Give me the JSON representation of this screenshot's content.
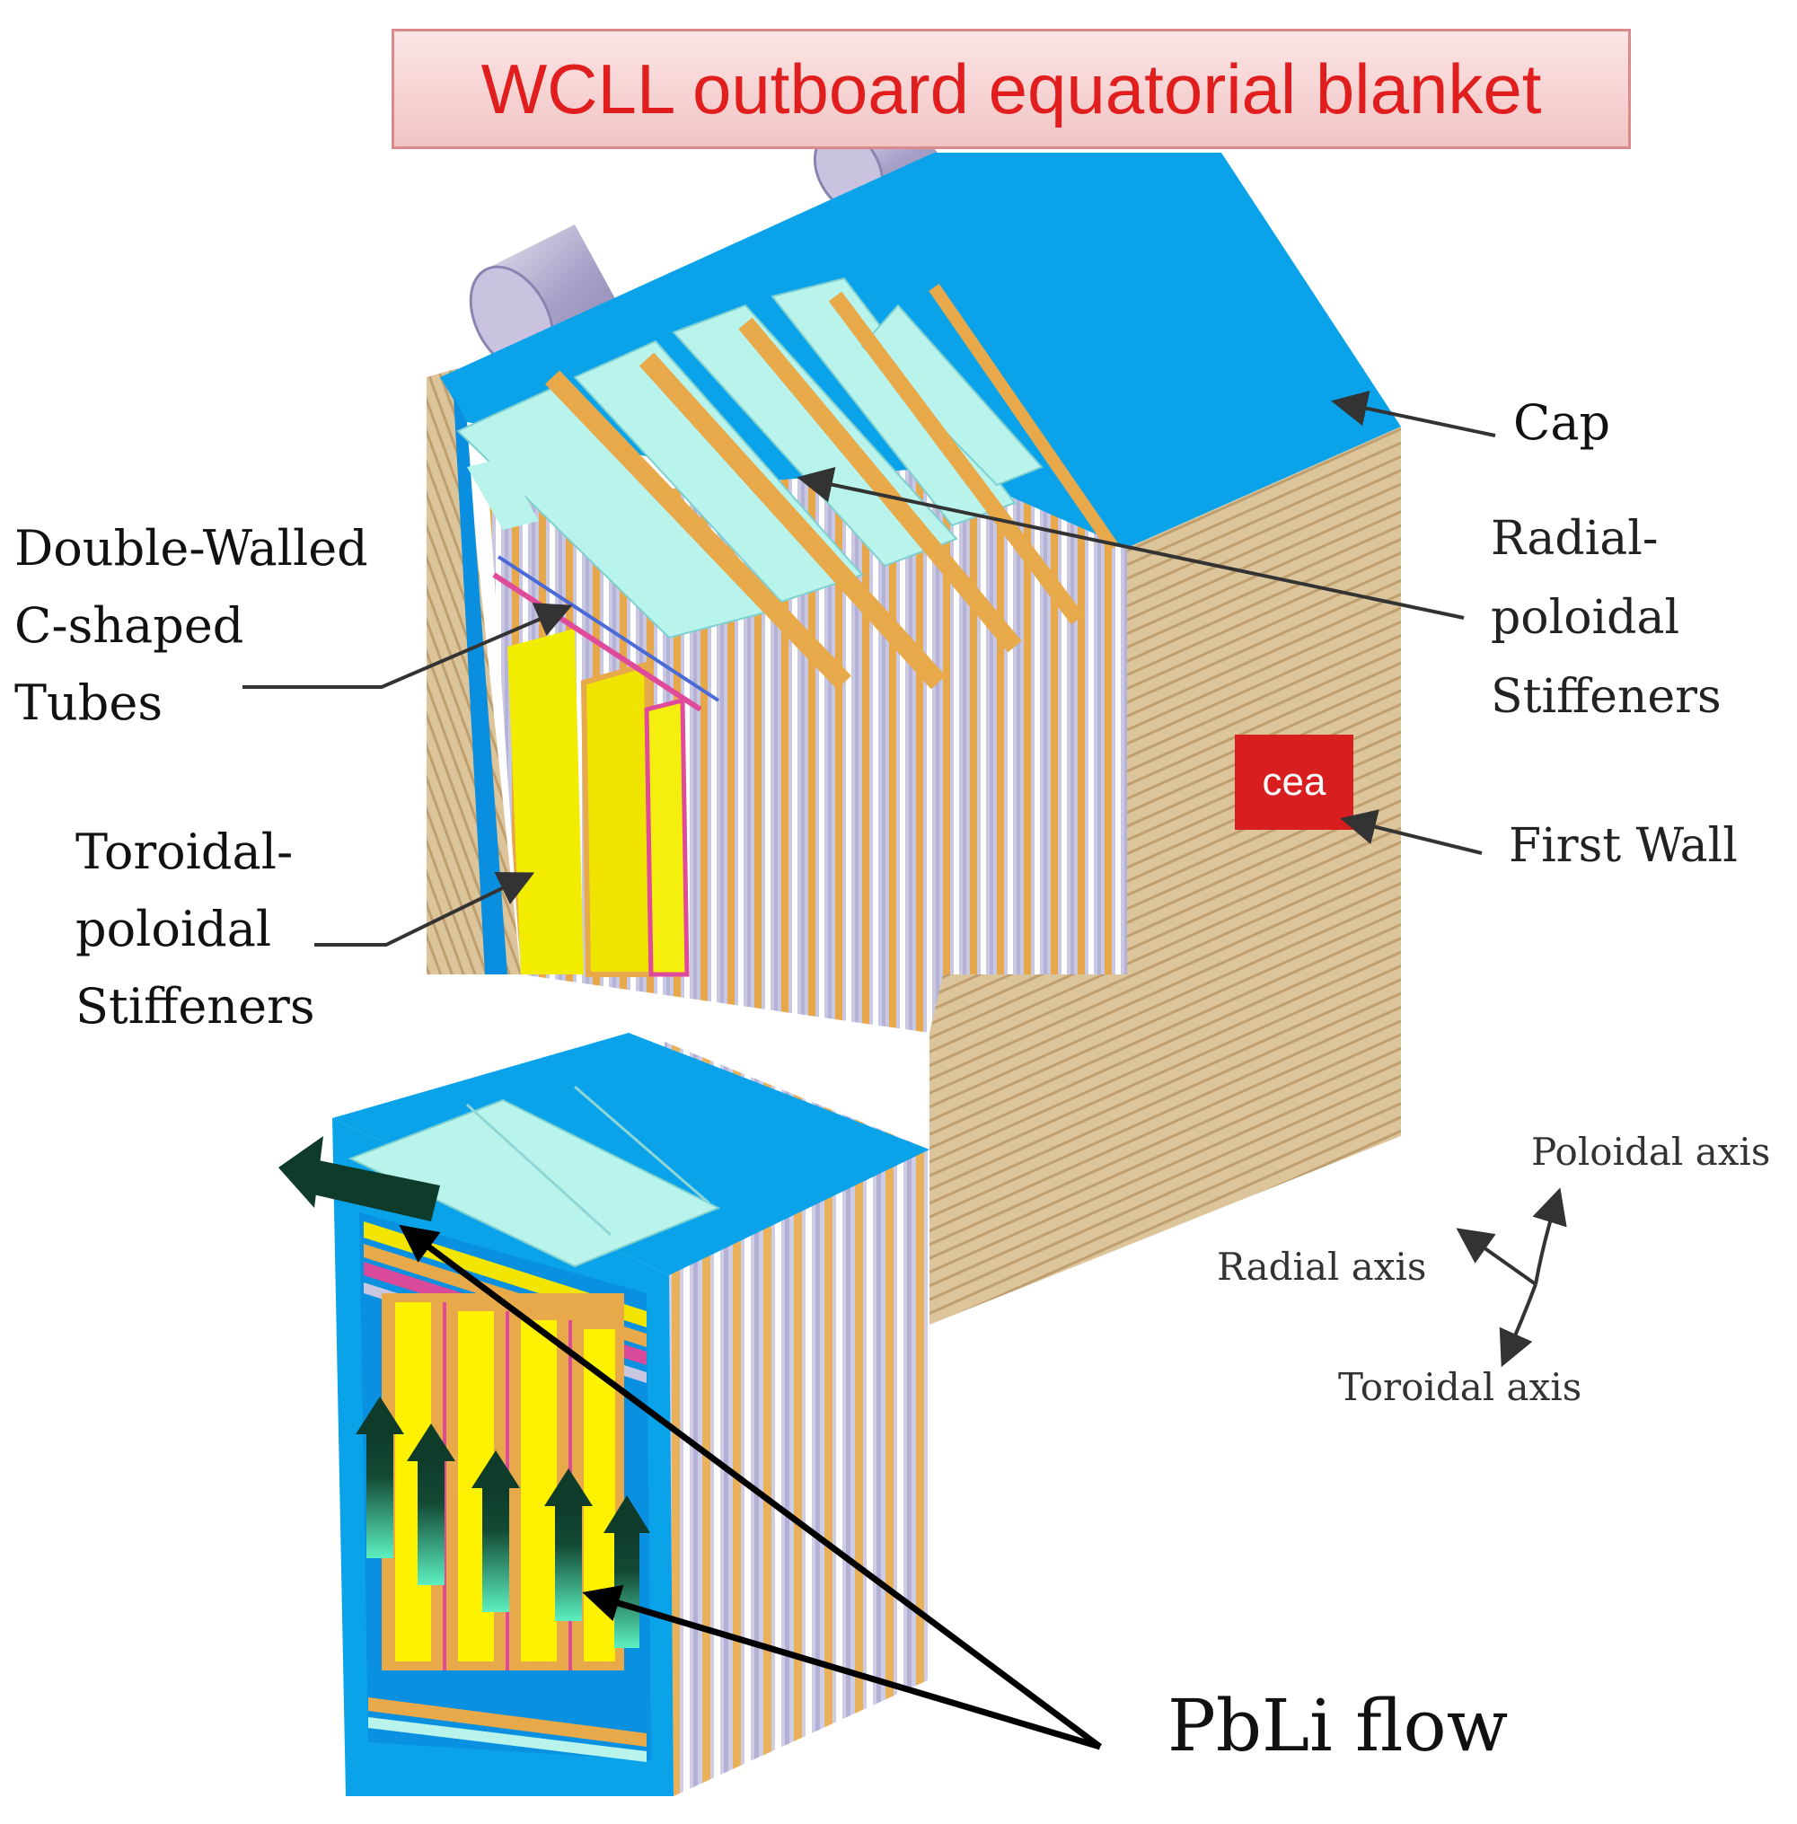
{
  "title": "WCLL outboard equatorial blanket",
  "labels": {
    "cap": "Cap",
    "radial_poloidal": [
      "Radial-",
      "poloidal",
      "Stiffeners"
    ],
    "double_walled": [
      "Double-Walled",
      "C-shaped",
      "Tubes"
    ],
    "toroidal_poloidal": [
      "Toroidal-",
      "poloidal",
      "Stiffeners"
    ],
    "first_wall": "First Wall",
    "pbli_flow": "PbLi flow"
  },
  "axes": {
    "poloidal": "Poloidal axis",
    "radial": "Radial axis",
    "toroidal": "Toroidal axis"
  },
  "logo": "cea",
  "colors": {
    "title_text": "#e01e1e",
    "cap_blue": "#0aa3ea",
    "first_wall_tan": "#d9bf94",
    "stiffener_orange": "#e8a94a",
    "tube_yellow": "#f2ec00",
    "plate_cyan": "#b8f4ec",
    "flow_arrow_dark": "#0e3b2a",
    "flow_arrow_light": "#5cf0c0",
    "logo_red": "#d81e1e"
  }
}
